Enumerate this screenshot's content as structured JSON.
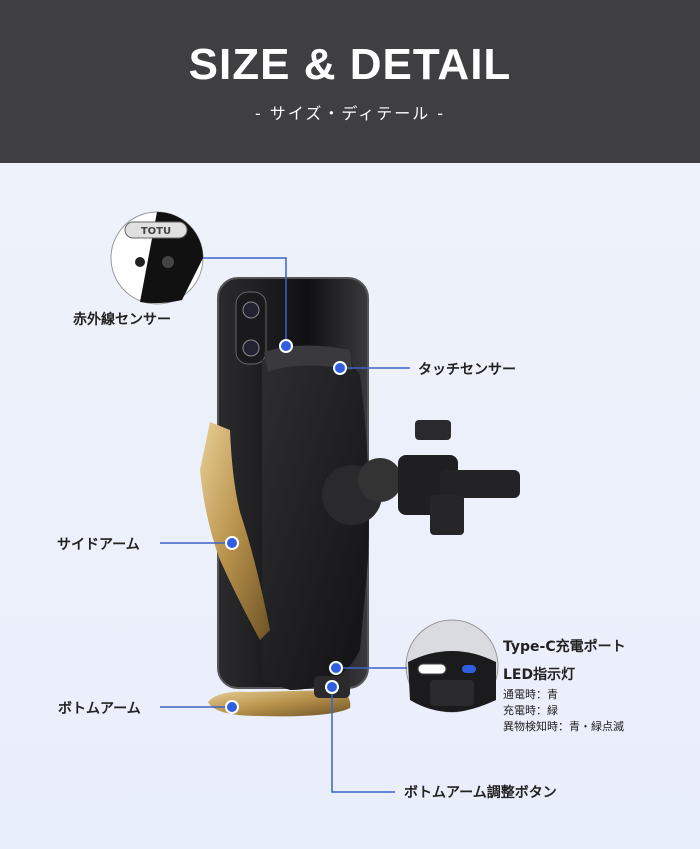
{
  "header": {
    "title": "SIZE & DETAIL",
    "subtitle": "- サイズ・ディテール -"
  },
  "zoom_brand": "TOTU",
  "labels": {
    "ir_sensor": "赤外線センサー",
    "touch_sensor": "タッチセンサー",
    "side_arm": "サイドアーム",
    "bottom_arm": "ボトムアーム",
    "bottom_arm_button": "ボトムアーム調整ボタン",
    "type_c_port": "Type-C充電ポート",
    "led_indicator": "LED指示灯",
    "led_notes": [
      "通電時：青",
      "充電時：緑",
      "異物検知時：青・緑点滅"
    ]
  },
  "colors": {
    "header_bg": "#3f3f41",
    "accent": "#2f5fe0",
    "gold": "#c8a25a",
    "holder": "#1f1f22"
  }
}
